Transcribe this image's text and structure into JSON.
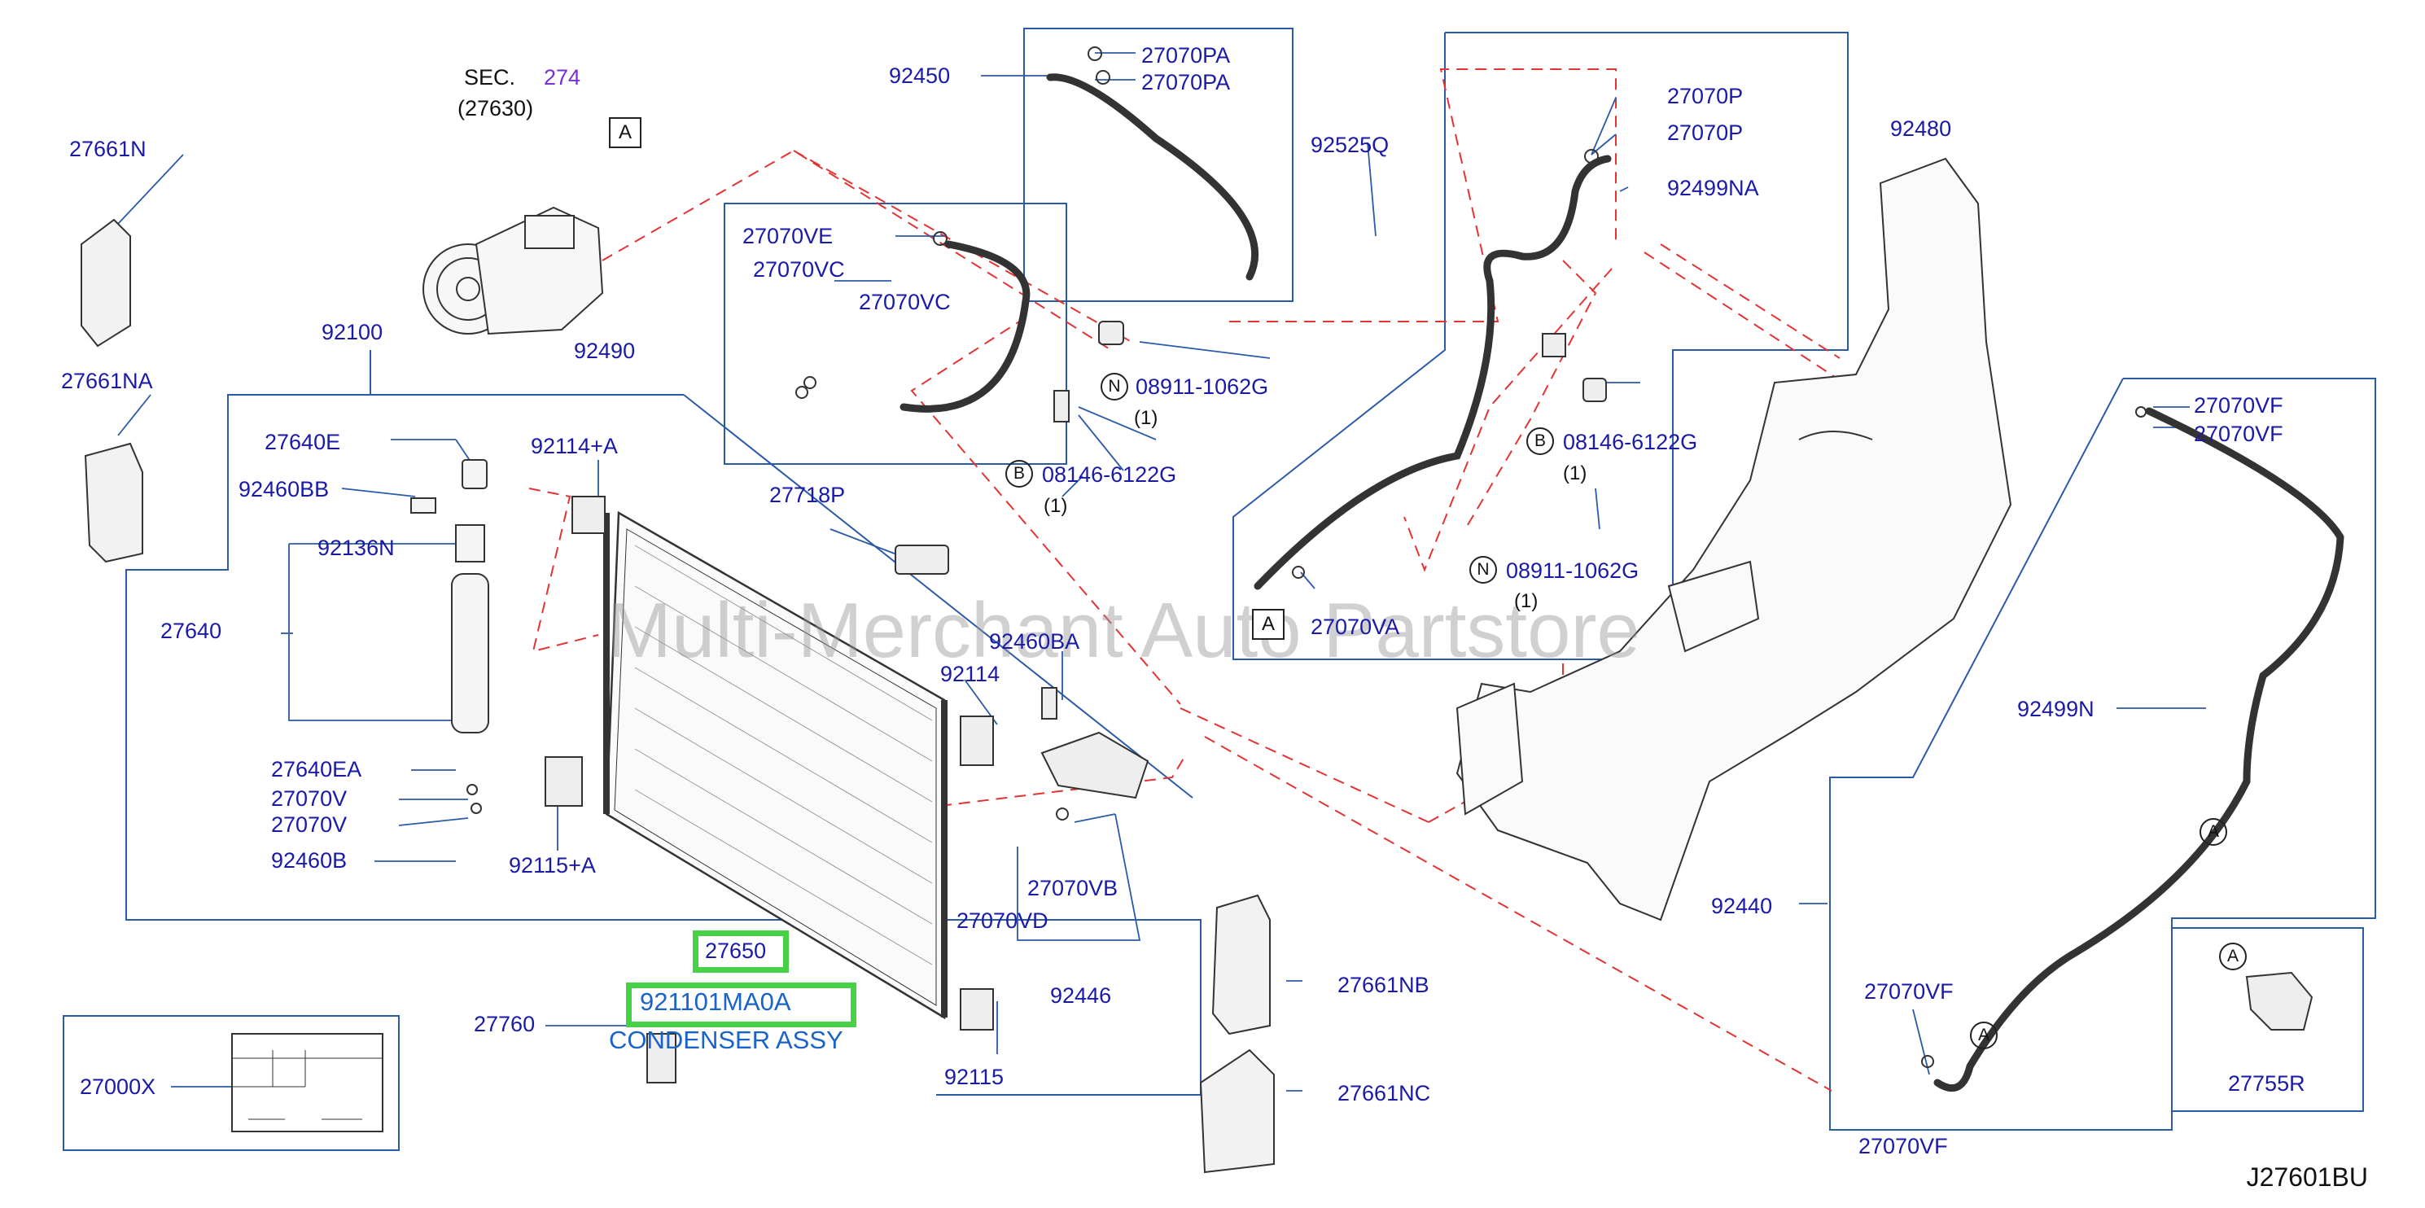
{
  "header": {
    "sec_prefix": "SEC.",
    "sec_number": "274",
    "sec_ref": "(27630)"
  },
  "watermark": "Multi-Merchant Auto Partstore",
  "diagram_code": "J27601BU",
  "highlight": {
    "part": "27650",
    "part_number": "921101MA0A",
    "description": "CONDENSER ASSY"
  },
  "callouts": {
    "A": "A",
    "N": "N",
    "B": "B",
    "qty": "(1)"
  },
  "colors": {
    "label": "#1a1aa8",
    "highlight": "#47d147",
    "dashed": "#e33333",
    "frame": "#2b5aa8"
  },
  "parts": {
    "p27661N": "27661N",
    "p27661NA": "27661NA",
    "p92100": "92100",
    "p27640E": "27640E",
    "p92460BB": "92460BB",
    "p92136N": "92136N",
    "p27640": "27640",
    "p27640EA": "27640EA",
    "p27070V_1": "27070V",
    "p27070V_2": "27070V",
    "p92460B": "92460B",
    "p92114A": "92114+A",
    "p92115A": "92115+A",
    "p27760": "27760",
    "p27000X": "27000X",
    "p92450": "92450",
    "p27070PA_1": "27070PA",
    "p27070PA_2": "27070PA",
    "p92525Q": "92525Q",
    "p27070VE": "27070VE",
    "p27070VC_1": "27070VC",
    "p27070VC_2": "27070VC",
    "p92490": "92490",
    "p08911_1": "08911-1062G",
    "p08146_1": "08146-6122G",
    "p27718P": "27718P",
    "p92460BA": "92460BA",
    "p92114": "92114",
    "p27070VB": "27070VB",
    "p27070VD": "27070VD",
    "p92446": "92446",
    "p92115": "92115",
    "p27661NB": "27661NB",
    "p27661NC": "27661NC",
    "p27070P_1": "27070P",
    "p27070P_2": "27070P",
    "p92499NA": "92499NA",
    "p92480": "92480",
    "p08146_2": "08146-6122G",
    "p08911_2": "08911-1062G",
    "p27070VA": "27070VA",
    "p27070VF_1": "27070VF",
    "p27070VF_2": "27070VF",
    "p92499N": "92499N",
    "p92440": "92440",
    "p27070VF_3": "27070VF",
    "p27070VF_4": "27070VF",
    "p27755R": "27755R"
  }
}
